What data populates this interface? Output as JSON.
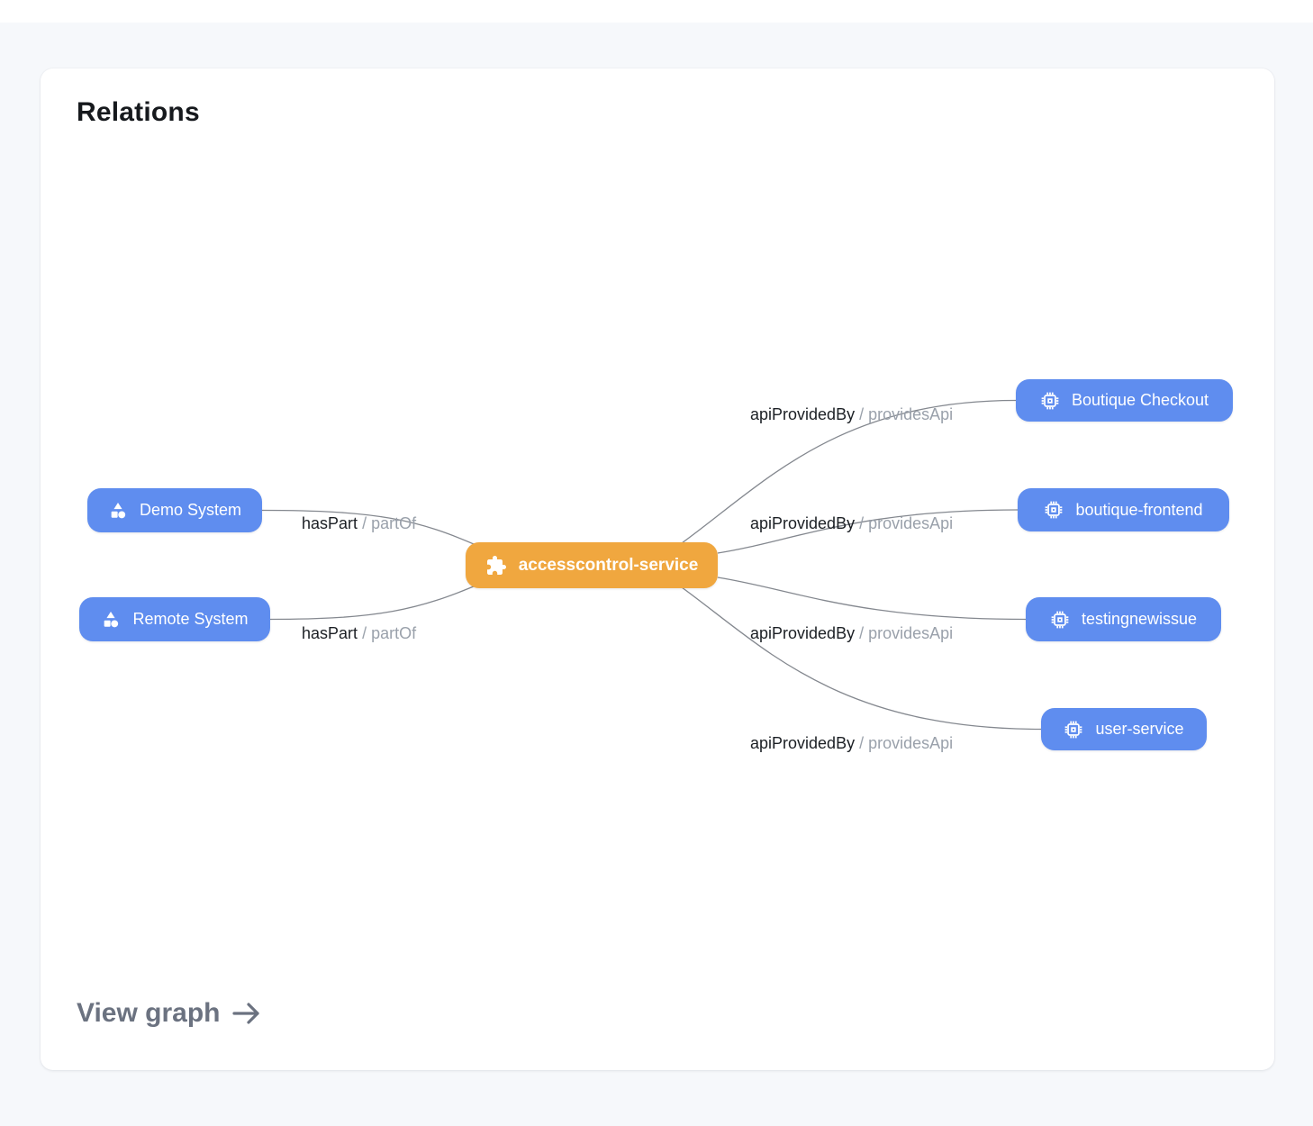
{
  "card": {
    "title": "Relations",
    "footer_link_label": "View graph"
  },
  "colors": {
    "page_background": "#f6f8fb",
    "card_background": "#ffffff",
    "system_api_node_blue": "#5f8def",
    "service_node_orange": "#f0a73f",
    "edge_line": "#84888f",
    "edge_label_primary": "#1b1f24",
    "edge_label_secondary": "#9aa1ab",
    "footer_link": "#6b7280"
  },
  "graph": {
    "center_node": {
      "label": "accesscontrol-service",
      "icon": "puzzle-icon"
    },
    "left_nodes": [
      {
        "label": "Demo System",
        "icon": "system-shapes-icon"
      },
      {
        "label": "Remote System",
        "icon": "system-shapes-icon"
      }
    ],
    "right_nodes": [
      {
        "label": "Boutique Checkout",
        "icon": "api-chip-icon"
      },
      {
        "label": "boutique-frontend",
        "icon": "api-chip-icon"
      },
      {
        "label": "testingnewissue",
        "icon": "api-chip-icon"
      },
      {
        "label": "user-service",
        "icon": "api-chip-icon"
      }
    ],
    "edges": [
      {
        "from": "Demo System",
        "to": "accesscontrol-service",
        "label_primary": "hasPart",
        "label_secondary": "/ partOf"
      },
      {
        "from": "Remote System",
        "to": "accesscontrol-service",
        "label_primary": "hasPart",
        "label_secondary": "/ partOf"
      },
      {
        "from": "accesscontrol-service",
        "to": "Boutique Checkout",
        "label_primary": "apiProvidedBy",
        "label_secondary": "/ providesApi"
      },
      {
        "from": "accesscontrol-service",
        "to": "boutique-frontend",
        "label_primary": "apiProvidedBy",
        "label_secondary": "/ providesApi"
      },
      {
        "from": "accesscontrol-service",
        "to": "testingnewissue",
        "label_primary": "apiProvidedBy",
        "label_secondary": "/ providesApi"
      },
      {
        "from": "accesscontrol-service",
        "to": "user-service",
        "label_primary": "apiProvidedBy",
        "label_secondary": "/ providesApi"
      }
    ]
  }
}
